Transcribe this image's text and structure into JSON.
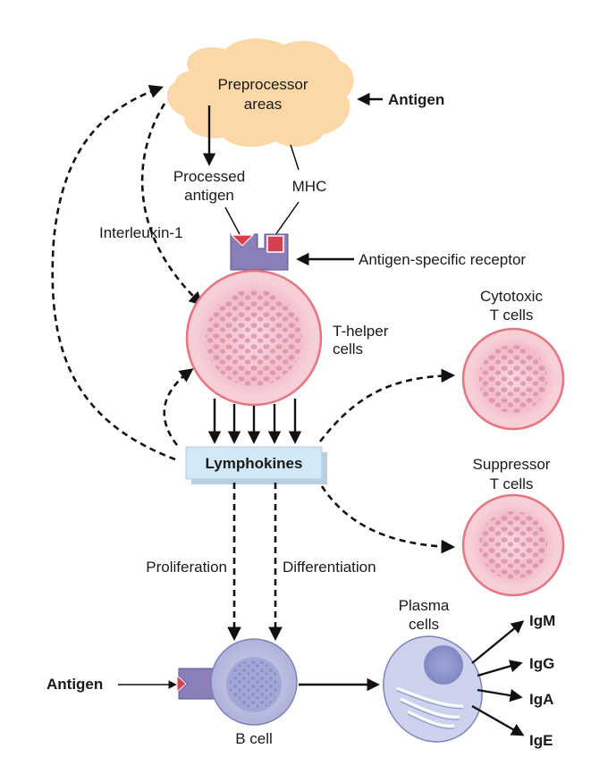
{
  "labels": {
    "preprocessor": [
      "Preprocessor",
      "areas"
    ],
    "antigen_top": "Antigen",
    "processed_antigen": [
      "Processed",
      "antigen"
    ],
    "mhc": "MHC",
    "interleukin": "Interleukin-1",
    "receptor": "Antigen-specific receptor",
    "t_helper": [
      "T-helper",
      "cells"
    ],
    "cytotoxic": [
      "Cytotoxic",
      "T cells"
    ],
    "lymphokines": "Lymphokines",
    "suppressor": [
      "Suppressor",
      "T cells"
    ],
    "proliferation": "Proliferation",
    "differentiation": "Differentiation",
    "plasma": [
      "Plasma",
      "cells"
    ],
    "antigen_bottom": "Antigen",
    "b_cell": "B cell",
    "immunoglobulins": [
      "IgM",
      "IgG",
      "IgA",
      "IgE"
    ]
  },
  "colors": {
    "cloud": "#fcd7a8",
    "cell_fill": "#f3c2cc",
    "cell_ring": "#e7747f",
    "cell_nucleus": "#dc98b4",
    "receptor": "#8a7fb9",
    "mhc_square": "#d7404e",
    "lymphokine_box": "#d3e8f6",
    "b_cell": "#b8bcdf",
    "plasma": "#cdd3ec"
  }
}
